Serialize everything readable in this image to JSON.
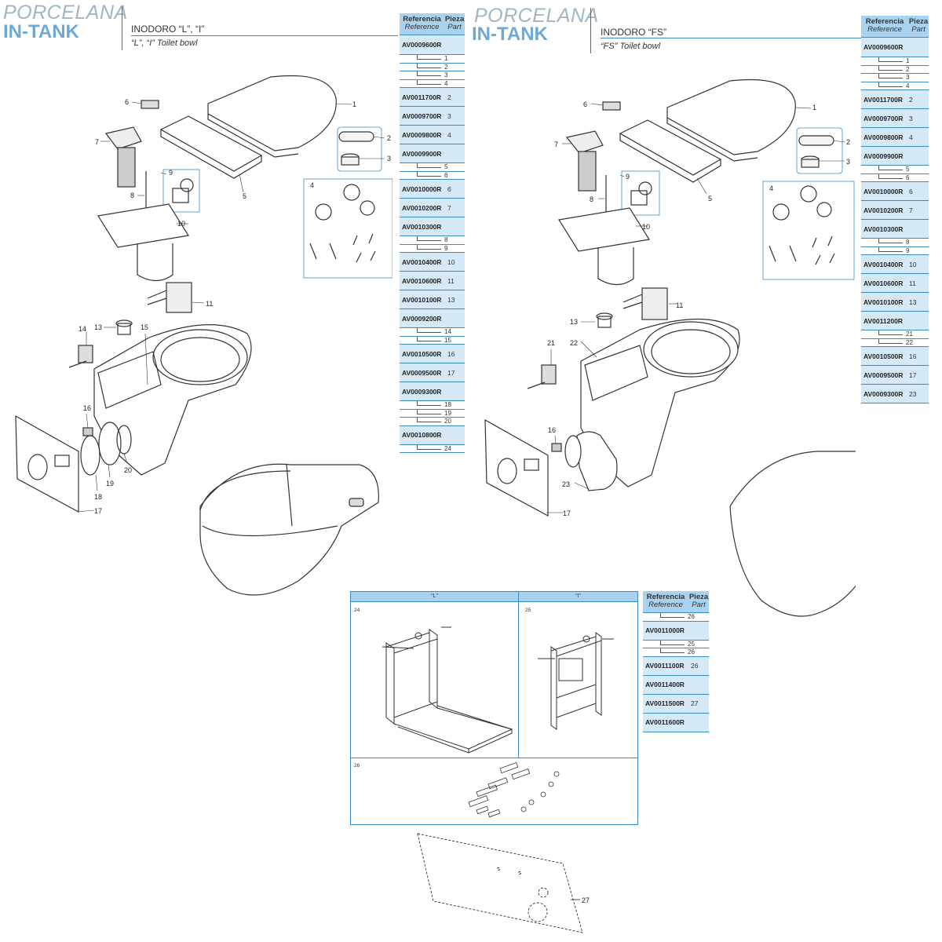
{
  "left": {
    "brand_top": "PORCELANA",
    "brand_bottom": "IN-TANK",
    "title": "INODORO “L”, “I”",
    "subtitle": "“L”, “I” Toilet bowl"
  },
  "right": {
    "brand_top": "PORCELANA",
    "brand_bottom": "IN-TANK",
    "title": "INODORO “FS”",
    "subtitle": "“FS” Toilet bowl"
  },
  "table_header": {
    "ref_es": "Referencia",
    "ref_en": "Reference",
    "part_es": "Pieza",
    "part_en": "Part"
  },
  "table_left": [
    {
      "type": "row",
      "ref": "AV0009600R",
      "part": "",
      "h": 24
    },
    {
      "type": "sub",
      "n": "1"
    },
    {
      "type": "sub",
      "n": "2"
    },
    {
      "type": "sub",
      "n": "3"
    },
    {
      "type": "sub",
      "n": "4"
    },
    {
      "type": "row",
      "ref": "AV0011700R",
      "part": "2",
      "h": 23
    },
    {
      "type": "row",
      "ref": "AV0009700R",
      "part": "3",
      "h": 23
    },
    {
      "type": "row",
      "ref": "AV0009800R",
      "part": "4",
      "h": 23
    },
    {
      "type": "row",
      "ref": "AV0009900R",
      "part": "",
      "h": 23
    },
    {
      "type": "sub",
      "n": "5"
    },
    {
      "type": "sub",
      "n": "6"
    },
    {
      "type": "row",
      "ref": "AV0010000R",
      "part": "6",
      "h": 23
    },
    {
      "type": "row",
      "ref": "AV0010200R",
      "part": "7",
      "h": 23
    },
    {
      "type": "row",
      "ref": "AV0010300R",
      "part": "",
      "h": 23
    },
    {
      "type": "sub",
      "n": "8"
    },
    {
      "type": "sub",
      "n": "9"
    },
    {
      "type": "row",
      "ref": "AV0010400R",
      "part": "10",
      "h": 23
    },
    {
      "type": "row",
      "ref": "AV0010600R",
      "part": "11",
      "h": 23
    },
    {
      "type": "row",
      "ref": "AV0010100R",
      "part": "13",
      "h": 23
    },
    {
      "type": "row",
      "ref": "AV0009200R",
      "part": "",
      "h": 23
    },
    {
      "type": "sub",
      "n": "14"
    },
    {
      "type": "sub",
      "n": "15"
    },
    {
      "type": "row",
      "ref": "AV0010500R",
      "part": "16",
      "h": 23
    },
    {
      "type": "row",
      "ref": "AV0009500R",
      "part": "17",
      "h": 23
    },
    {
      "type": "row",
      "ref": "AV0009300R",
      "part": "",
      "h": 23
    },
    {
      "type": "sub",
      "n": "18"
    },
    {
      "type": "sub",
      "n": "19"
    },
    {
      "type": "sub",
      "n": "20"
    },
    {
      "type": "row",
      "ref": "AV0010800R",
      "part": "",
      "h": 23
    },
    {
      "type": "sub",
      "n": "24"
    }
  ],
  "table_right": [
    {
      "type": "row",
      "ref": "AV0009600R",
      "part": "",
      "h": 24
    },
    {
      "type": "sub",
      "n": "1"
    },
    {
      "type": "sub",
      "n": "2"
    },
    {
      "type": "sub",
      "n": "3"
    },
    {
      "type": "sub",
      "n": "4"
    },
    {
      "type": "row",
      "ref": "AV0011700R",
      "part": "2",
      "h": 23
    },
    {
      "type": "row",
      "ref": "AV0009700R",
      "part": "3",
      "h": 23
    },
    {
      "type": "row",
      "ref": "AV0009800R",
      "part": "4",
      "h": 23
    },
    {
      "type": "row",
      "ref": "AV0009900R",
      "part": "",
      "h": 23
    },
    {
      "type": "sub",
      "n": "5"
    },
    {
      "type": "sub",
      "n": "6"
    },
    {
      "type": "row",
      "ref": "AV0010000R",
      "part": "6",
      "h": 23
    },
    {
      "type": "row",
      "ref": "AV0010200R",
      "part": "7",
      "h": 23
    },
    {
      "type": "row",
      "ref": "AV0010300R",
      "part": "",
      "h": 23
    },
    {
      "type": "sub",
      "n": "8"
    },
    {
      "type": "sub",
      "n": "9"
    },
    {
      "type": "row",
      "ref": "AV0010400R",
      "part": "10",
      "h": 23
    },
    {
      "type": "row",
      "ref": "AV0010600R",
      "part": "11",
      "h": 23
    },
    {
      "type": "row",
      "ref": "AV0010100R",
      "part": "13",
      "h": 23
    },
    {
      "type": "row",
      "ref": "AV0011200R",
      "part": "",
      "h": 23
    },
    {
      "type": "sub",
      "n": "21"
    },
    {
      "type": "sub",
      "n": "22"
    },
    {
      "type": "row",
      "ref": "AV0010500R",
      "part": "16",
      "h": 23
    },
    {
      "type": "row",
      "ref": "AV0009500R",
      "part": "17",
      "h": 23
    },
    {
      "type": "row",
      "ref": "AV0009300R",
      "part": "23",
      "h": 23
    }
  ],
  "table_bottom": [
    {
      "type": "sub",
      "n": "26"
    },
    {
      "type": "row",
      "ref": "AV0011000R",
      "part": "",
      "h": 23
    },
    {
      "type": "sub",
      "n": "25"
    },
    {
      "type": "sub",
      "n": "26"
    },
    {
      "type": "row",
      "ref": "AV0011100R",
      "part": "26",
      "h": 23
    },
    {
      "type": "row",
      "ref": "AV0011400R",
      "part": "",
      "h": 23
    },
    {
      "type": "row",
      "ref": "AV0011500R",
      "part": "27",
      "h": 23
    },
    {
      "type": "row",
      "ref": "AV0011600R",
      "part": "",
      "h": 23
    }
  ],
  "frames": {
    "l_header": "“L”",
    "i_header": "“I”",
    "cell_24": "24",
    "cell_25": "25",
    "cell_26": "26"
  },
  "callouts_left": [
    "1",
    "2",
    "3",
    "4",
    "5",
    "6",
    "7",
    "8",
    "9",
    "10",
    "11",
    "13",
    "14",
    "15",
    "16",
    "17",
    "18",
    "19",
    "20"
  ],
  "callouts_right": [
    "1",
    "2",
    "3",
    "4",
    "5",
    "6",
    "7",
    "8",
    "9",
    "10",
    "11",
    "13",
    "16",
    "17",
    "21",
    "22",
    "23"
  ],
  "callout_27": "27"
}
